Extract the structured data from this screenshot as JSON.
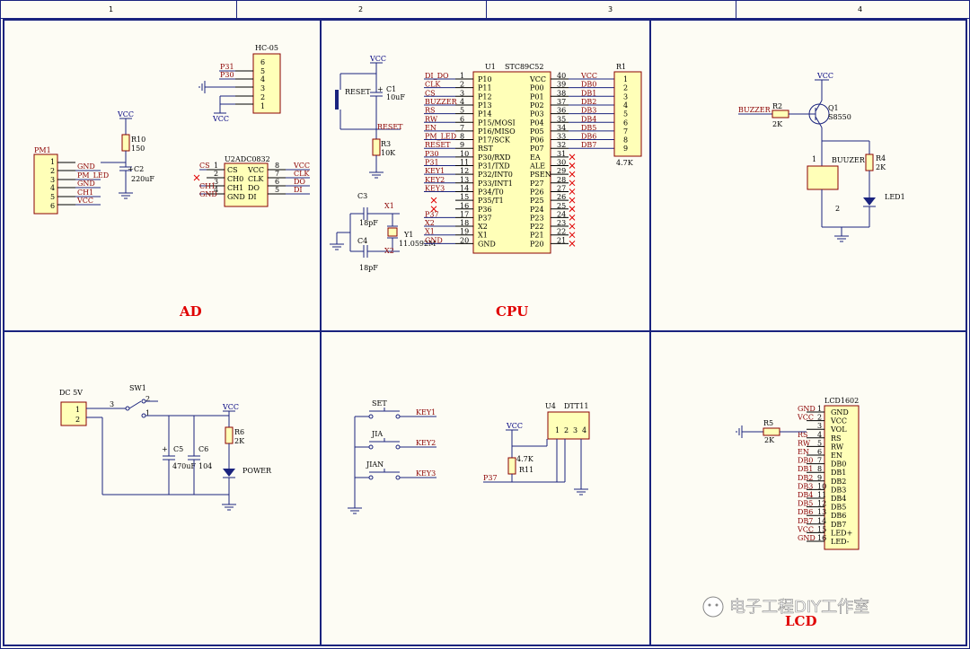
{
  "columns": [
    "1",
    "2",
    "3",
    "4"
  ],
  "sections": {
    "ad": "AD",
    "cpu": "CPU",
    "lcd": "LCD"
  },
  "watermark": "电子工程DIY工作室",
  "pm1": {
    "ref": "PM1",
    "pins": [
      "1",
      "2",
      "3",
      "4",
      "5",
      "6"
    ],
    "nets": [
      "GND",
      "PM_LED",
      "GND",
      "CH1",
      "VCC"
    ]
  },
  "r10": {
    "ref": "R10",
    "val": "150"
  },
  "c2": {
    "ref": "C2",
    "val": "220uF"
  },
  "hc05": {
    "ref": "HC-05",
    "pins": [
      "6",
      "5",
      "4",
      "3",
      "2",
      "1"
    ],
    "nets": [
      "P31",
      "P30"
    ],
    "vcc": "VCC"
  },
  "u2": {
    "ref": "U2",
    "name": "ADC0832",
    "lpins": [
      "1",
      "2",
      "3",
      "4"
    ],
    "rpins": [
      "8",
      "7",
      "6",
      "5"
    ],
    "lnames": [
      "CS",
      "CH0",
      "CH1",
      "GND"
    ],
    "rnames": [
      "VCC",
      "CLK",
      "DO",
      "DI"
    ],
    "lnets": [
      "CS",
      "",
      "CH1",
      "GND"
    ],
    "rnets": [
      "VCC",
      "CLK",
      "DO",
      "DI"
    ]
  },
  "vcc": "VCC",
  "reset_sw": {
    "label": "RESET"
  },
  "c1": {
    "ref": "C1",
    "val": "10uF"
  },
  "reset_net": "RESET",
  "r3": {
    "ref": "R3",
    "val": "10K"
  },
  "c3": {
    "ref": "C3",
    "val": "18pF"
  },
  "c4": {
    "ref": "C4",
    "val": "18pF"
  },
  "y1": {
    "ref": "Y1",
    "val": "11.0592M"
  },
  "xnets": [
    "X1",
    "X2"
  ],
  "u1": {
    "ref": "U1",
    "name": "STC89C52",
    "lnets": [
      "DI_DO",
      "CLK",
      "CS",
      "BUZZER",
      "RS",
      "RW",
      "EN",
      "PM_LED",
      "RESET",
      "P30",
      "P31",
      "KEY1",
      "KEY2",
      "KEY3",
      "",
      "",
      "P37",
      "X2",
      "X1",
      "GND"
    ],
    "lpins": [
      "1",
      "2",
      "3",
      "4",
      "5",
      "6",
      "7",
      "8",
      "9",
      "10",
      "11",
      "12",
      "13",
      "14",
      "15",
      "16",
      "17",
      "18",
      "19",
      "20"
    ],
    "lnames": [
      "P10",
      "P11",
      "P12",
      "P13",
      "P14",
      "P15/MOSI",
      "P16/MISO",
      "P17/SCK",
      "RST",
      "P30/RXD",
      "P31/TXD",
      "P32/INT0",
      "P33/INT1",
      "P34/T0",
      "P35/T1",
      "P36",
      "P37",
      "X2",
      "X1",
      "GND"
    ],
    "rpins": [
      "40",
      "39",
      "38",
      "37",
      "36",
      "35",
      "34",
      "33",
      "32",
      "31",
      "30",
      "29",
      "28",
      "27",
      "26",
      "25",
      "24",
      "23",
      "22",
      "21"
    ],
    "rnames": [
      "VCC",
      "P00",
      "P01",
      "P02",
      "P03",
      "P04",
      "P05",
      "P06",
      "P07",
      "EA",
      "ALE",
      "PSEN",
      "P27",
      "P26",
      "P25",
      "P24",
      "P23",
      "P22",
      "P21",
      "P20"
    ],
    "rnets": [
      "VCC",
      "DB0",
      "DB1",
      "DB2",
      "DB3",
      "DB4",
      "DB5",
      "DB6",
      "DB7"
    ]
  },
  "r1": {
    "ref": "R1",
    "val": "4.7K",
    "pins": [
      "1",
      "2",
      "3",
      "4",
      "5",
      "6",
      "7",
      "8",
      "9"
    ]
  },
  "q1": {
    "ref": "Q1",
    "val": "S8550"
  },
  "r2": {
    "ref": "R2",
    "val": "2K",
    "net": "BUZZER"
  },
  "r4": {
    "ref": "R4",
    "val": "2K"
  },
  "buzzer": {
    "label": "BUUZER",
    "p1": "1",
    "p2": "2"
  },
  "led1": {
    "ref": "LED1"
  },
  "dc": {
    "label": "DC 5V",
    "pins": [
      "1",
      "2"
    ]
  },
  "sw1": {
    "ref": "SW1",
    "pins": [
      "3",
      "2",
      "1"
    ]
  },
  "c5": {
    "ref": "C5",
    "val": "470uF"
  },
  "c6": {
    "ref": "C6",
    "val": "104"
  },
  "r6": {
    "ref": "R6",
    "val": "2K"
  },
  "power_led": "POWER",
  "keys": [
    {
      "name": "SET",
      "net": "KEY1"
    },
    {
      "name": "JIA",
      "net": "KEY2"
    },
    {
      "name": "JIAN",
      "net": "KEY3"
    }
  ],
  "u4": {
    "ref": "U4",
    "name": "DTT11",
    "pins": [
      "1",
      "2",
      "3",
      "4"
    ]
  },
  "r11": {
    "ref": "R11",
    "val": "4.7K"
  },
  "p37": "P37",
  "lcd": {
    "ref": "LCD1602",
    "pins": [
      "1",
      "2",
      "3",
      "4",
      "5",
      "6",
      "7",
      "8",
      "9",
      "10",
      "11",
      "12",
      "13",
      "14",
      "15",
      "16"
    ],
    "names": [
      "GND",
      "VCC",
      "VOL",
      "RS",
      "RW",
      "EN",
      "DB0",
      "DB1",
      "DB2",
      "DB3",
      "DB4",
      "DB5",
      "DB6",
      "DB7",
      "LED+",
      "LED-"
    ],
    "nets": [
      "GND",
      "VCC",
      "",
      "RS",
      "RW",
      "EN",
      "DB0",
      "DB1",
      "DB2",
      "DB3",
      "DB4",
      "DB5",
      "DB6",
      "DB7",
      "VCC",
      "GND"
    ]
  },
  "r5": {
    "ref": "R5",
    "val": "2K"
  }
}
